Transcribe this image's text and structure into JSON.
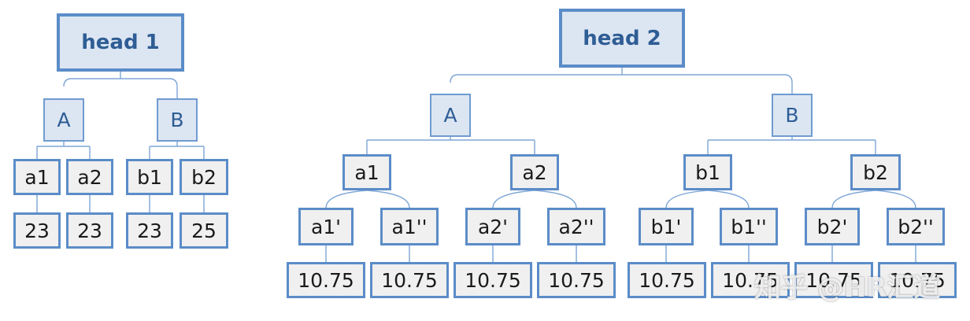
{
  "tree1": {
    "head": "head 1",
    "A": "A",
    "B": "B",
    "a1": "a1",
    "a2": "a2",
    "b1": "b1",
    "b2": "b2",
    "v_a1": "23",
    "v_a2": "23",
    "v_b1": "23",
    "v_b2": "25"
  },
  "tree2": {
    "head": "head 2",
    "A": "A",
    "B": "B",
    "a1": "a1",
    "a2": "a2",
    "b1": "b1",
    "b2": "b2",
    "a1p": "a1'",
    "a1pp": "a1''",
    "a2p": "a2'",
    "a2pp": "a2''",
    "b1p": "b1'",
    "b1pp": "b1''",
    "b2p": "b2'",
    "b2pp": "b2''",
    "v1": "10.75",
    "v2": "10.75",
    "v3": "10.75",
    "v4": "10.75",
    "v5": "10.75",
    "v6": "10.75",
    "v7": "10.75",
    "v8": "10.75"
  },
  "watermark": "知乎 @HR汇道",
  "colors": {
    "head_border": "#5b8cc8",
    "head_fill": "#dce6f2",
    "connector": "#7ea6d6",
    "leaf_fill": "#f0f0f0"
  }
}
